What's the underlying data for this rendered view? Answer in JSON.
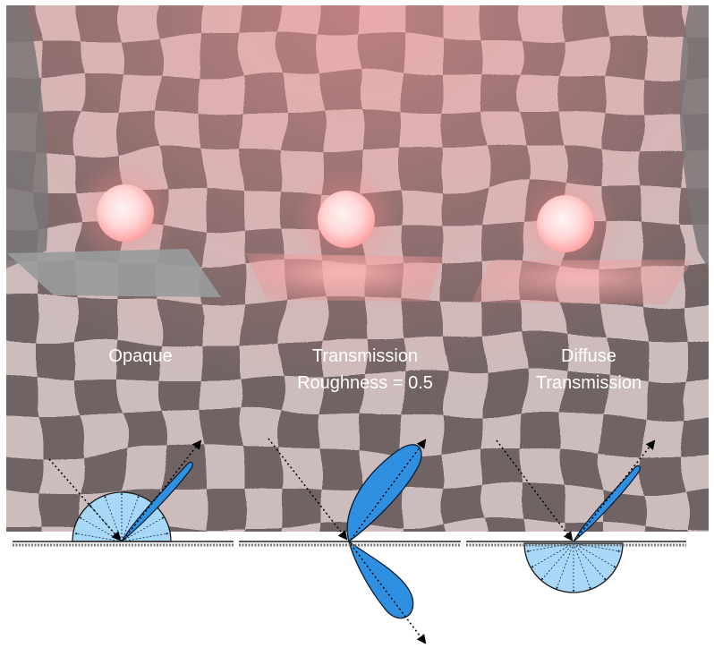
{
  "labels": {
    "opaque": "Opaque",
    "transmission_line1": "Transmission",
    "transmission_line2": "Roughness = 0.5",
    "diffuse_line1": "Diffuse",
    "diffuse_line2": "Transmission"
  },
  "colors": {
    "checker_light": "#cfbdbd",
    "checker_dark": "#736868",
    "glow": "#ff8f8f",
    "lobe_blue": "#2f8fe0",
    "lobe_light_blue": "#a8d8f5",
    "surface_gray": "#b9b9b9"
  }
}
